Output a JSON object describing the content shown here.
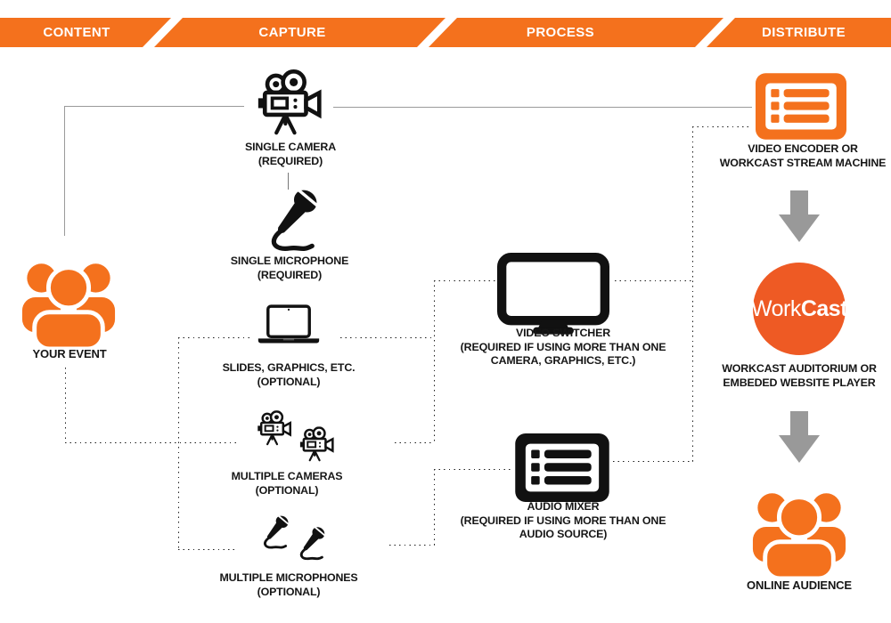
{
  "colors": {
    "orange": "#F4711D",
    "workcast_circle_orange": "#EE5A24",
    "arrow_gray": "#999999",
    "line_gray": "#9a9a9a",
    "icon_black": "#111111"
  },
  "banner": {
    "items": [
      {
        "label": "CONTENT"
      },
      {
        "label": "CAPTURE"
      },
      {
        "label": "PROCESS"
      },
      {
        "label": "DISTRIBUTE"
      }
    ]
  },
  "content": {
    "your_event": {
      "icon": "people-group-icon",
      "label": "YOUR EVENT"
    }
  },
  "capture": {
    "single_camera": {
      "icon": "movie-camera-icon",
      "line1": "SINGLE CAMERA",
      "line2": "(REQUIRED)"
    },
    "single_microphone": {
      "icon": "microphone-icon",
      "line1": "SINGLE MICROPHONE",
      "line2": "(REQUIRED)"
    },
    "slides": {
      "icon": "laptop-icon",
      "line1": "SLIDES, GRAPHICS, ETC.",
      "line2": "(OPTIONAL)"
    },
    "multiple_cameras": {
      "icon": "multi-movie-camera-icon",
      "line1": "MULTIPLE CAMERAS",
      "line2": "(OPTIONAL)"
    },
    "multiple_microphones": {
      "icon": "multi-microphone-icon",
      "line1": "MULTIPLE MICROPHONES",
      "line2": "(OPTIONAL)"
    }
  },
  "process": {
    "video_switcher": {
      "icon": "monitor-icon",
      "line1": "VIDEO SWITCHER",
      "line2": "(REQUIRED IF USING MORE THAN ONE",
      "line3": "CAMERA, GRAPHICS, ETC.)"
    },
    "audio_mixer": {
      "icon": "audio-mixer-icon",
      "line1": "AUDIO MIXER",
      "line2": "(REQUIRED IF USING MORE THAN ONE",
      "line3": "AUDIO SOURCE)"
    }
  },
  "distribute": {
    "encoder": {
      "icon": "encoder-icon",
      "line1": "VIDEO ENCODER OR",
      "line2": "WORKCAST STREAM MACHINE"
    },
    "workcast": {
      "logo_light": "Work",
      "logo_bold": "Cast",
      "line1": "WORKCAST AUDITORIUM OR",
      "line2": "EMBEDED WEBSITE PLAYER"
    },
    "online_audience": {
      "icon": "people-group-icon",
      "label": "ONLINE AUDIENCE"
    }
  }
}
